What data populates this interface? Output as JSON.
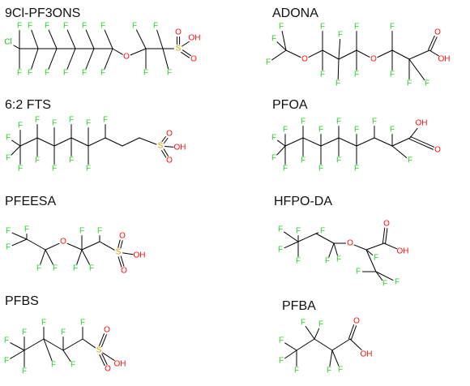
{
  "colors": {
    "bond": "#000000",
    "F": "#33cc33",
    "Cl": "#1fbf1f",
    "O": "#ff0d0d",
    "S": "#c9a000"
  },
  "molecules": [
    {
      "name": "9Cl-PF3ONS",
      "id": "9cl-pf3ons",
      "atoms": [
        {
          "el": "Cl"
        },
        {
          "el": "C"
        },
        {
          "el": "C"
        },
        {
          "el": "C"
        },
        {
          "el": "C"
        },
        {
          "el": "C"
        },
        {
          "el": "C"
        },
        {
          "el": "O"
        },
        {
          "el": "C"
        },
        {
          "el": "C"
        },
        {
          "el": "S"
        },
        {
          "el": "O"
        },
        {
          "el": "O"
        },
        {
          "el": "OH"
        },
        {
          "el": "F"
        },
        {
          "el": "F"
        },
        {
          "el": "F"
        },
        {
          "el": "F"
        },
        {
          "el": "F"
        },
        {
          "el": "F"
        },
        {
          "el": "F"
        },
        {
          "el": "F"
        },
        {
          "el": "F"
        },
        {
          "el": "F"
        },
        {
          "el": "F"
        },
        {
          "el": "F"
        },
        {
          "el": "F"
        },
        {
          "el": "F"
        },
        {
          "el": "F"
        },
        {
          "el": "F"
        }
      ]
    },
    {
      "name": "ADONA",
      "id": "adona",
      "atoms": [
        {
          "el": "F"
        },
        {
          "el": "C"
        },
        {
          "el": "F"
        },
        {
          "el": "F"
        },
        {
          "el": "O"
        },
        {
          "el": "C"
        },
        {
          "el": "F"
        },
        {
          "el": "F"
        },
        {
          "el": "C"
        },
        {
          "el": "F"
        },
        {
          "el": "F"
        },
        {
          "el": "C"
        },
        {
          "el": "F"
        },
        {
          "el": "F"
        },
        {
          "el": "O"
        },
        {
          "el": "C"
        },
        {
          "el": "F"
        },
        {
          "el": "F"
        },
        {
          "el": "C"
        },
        {
          "el": "F"
        },
        {
          "el": "F"
        },
        {
          "el": "C"
        },
        {
          "el": "O"
        },
        {
          "el": "OH"
        }
      ]
    },
    {
      "name": "6:2 FTS",
      "id": "6-2-fts",
      "atoms": [
        {
          "el": "C"
        },
        {
          "el": "C"
        },
        {
          "el": "C"
        },
        {
          "el": "C"
        },
        {
          "el": "C"
        },
        {
          "el": "C"
        },
        {
          "el": "C"
        },
        {
          "el": "C"
        },
        {
          "el": "S"
        },
        {
          "el": "O"
        },
        {
          "el": "O"
        },
        {
          "el": "OH"
        },
        {
          "el": "F"
        },
        {
          "el": "F"
        },
        {
          "el": "F"
        },
        {
          "el": "F"
        },
        {
          "el": "F"
        },
        {
          "el": "F"
        },
        {
          "el": "F"
        },
        {
          "el": "F"
        },
        {
          "el": "F"
        },
        {
          "el": "F"
        },
        {
          "el": "F"
        },
        {
          "el": "F"
        },
        {
          "el": "F"
        }
      ]
    },
    {
      "name": "PFOA",
      "id": "pfoa",
      "atoms": [
        {
          "el": "C"
        },
        {
          "el": "C"
        },
        {
          "el": "C"
        },
        {
          "el": "C"
        },
        {
          "el": "C"
        },
        {
          "el": "C"
        },
        {
          "el": "C"
        },
        {
          "el": "C"
        },
        {
          "el": "OH"
        },
        {
          "el": "O"
        },
        {
          "el": "F"
        },
        {
          "el": "F"
        },
        {
          "el": "F"
        },
        {
          "el": "F"
        },
        {
          "el": "F"
        },
        {
          "el": "F"
        },
        {
          "el": "F"
        },
        {
          "el": "F"
        },
        {
          "el": "F"
        },
        {
          "el": "F"
        },
        {
          "el": "F"
        },
        {
          "el": "F"
        },
        {
          "el": "F"
        },
        {
          "el": "F"
        },
        {
          "el": "F"
        }
      ]
    },
    {
      "name": "PFEESA",
      "id": "pfeesa",
      "atoms": [
        {
          "el": "C"
        },
        {
          "el": "C"
        },
        {
          "el": "O"
        },
        {
          "el": "C"
        },
        {
          "el": "C"
        },
        {
          "el": "S"
        },
        {
          "el": "O"
        },
        {
          "el": "O"
        },
        {
          "el": "OH"
        },
        {
          "el": "F"
        },
        {
          "el": "F"
        },
        {
          "el": "F"
        },
        {
          "el": "F"
        },
        {
          "el": "F"
        },
        {
          "el": "F"
        },
        {
          "el": "F"
        },
        {
          "el": "F"
        },
        {
          "el": "F"
        }
      ]
    },
    {
      "name": "HFPO-DA",
      "id": "hfpo-da",
      "atoms": [
        {
          "el": "C"
        },
        {
          "el": "C"
        },
        {
          "el": "C"
        },
        {
          "el": "O"
        },
        {
          "el": "C"
        },
        {
          "el": "C"
        },
        {
          "el": "O"
        },
        {
          "el": "OH"
        },
        {
          "el": "C"
        },
        {
          "el": "F"
        },
        {
          "el": "F"
        },
        {
          "el": "F"
        },
        {
          "el": "F"
        },
        {
          "el": "F"
        },
        {
          "el": "F"
        },
        {
          "el": "F"
        },
        {
          "el": "F"
        },
        {
          "el": "F"
        },
        {
          "el": "F"
        },
        {
          "el": "F"
        }
      ]
    },
    {
      "name": "PFBS",
      "id": "pfbs",
      "atoms": [
        {
          "el": "C"
        },
        {
          "el": "C"
        },
        {
          "el": "C"
        },
        {
          "el": "C"
        },
        {
          "el": "S"
        },
        {
          "el": "O"
        },
        {
          "el": "O"
        },
        {
          "el": "OH"
        },
        {
          "el": "F"
        },
        {
          "el": "F"
        },
        {
          "el": "F"
        },
        {
          "el": "F"
        },
        {
          "el": "F"
        },
        {
          "el": "F"
        },
        {
          "el": "F"
        },
        {
          "el": "F"
        },
        {
          "el": "F"
        }
      ]
    },
    {
      "name": "PFBA",
      "id": "pfba",
      "atoms": [
        {
          "el": "C"
        },
        {
          "el": "C"
        },
        {
          "el": "C"
        },
        {
          "el": "C"
        },
        {
          "el": "O"
        },
        {
          "el": "OH"
        },
        {
          "el": "F"
        },
        {
          "el": "F"
        },
        {
          "el": "F"
        },
        {
          "el": "F"
        },
        {
          "el": "F"
        },
        {
          "el": "F"
        },
        {
          "el": "F"
        }
      ]
    }
  ]
}
